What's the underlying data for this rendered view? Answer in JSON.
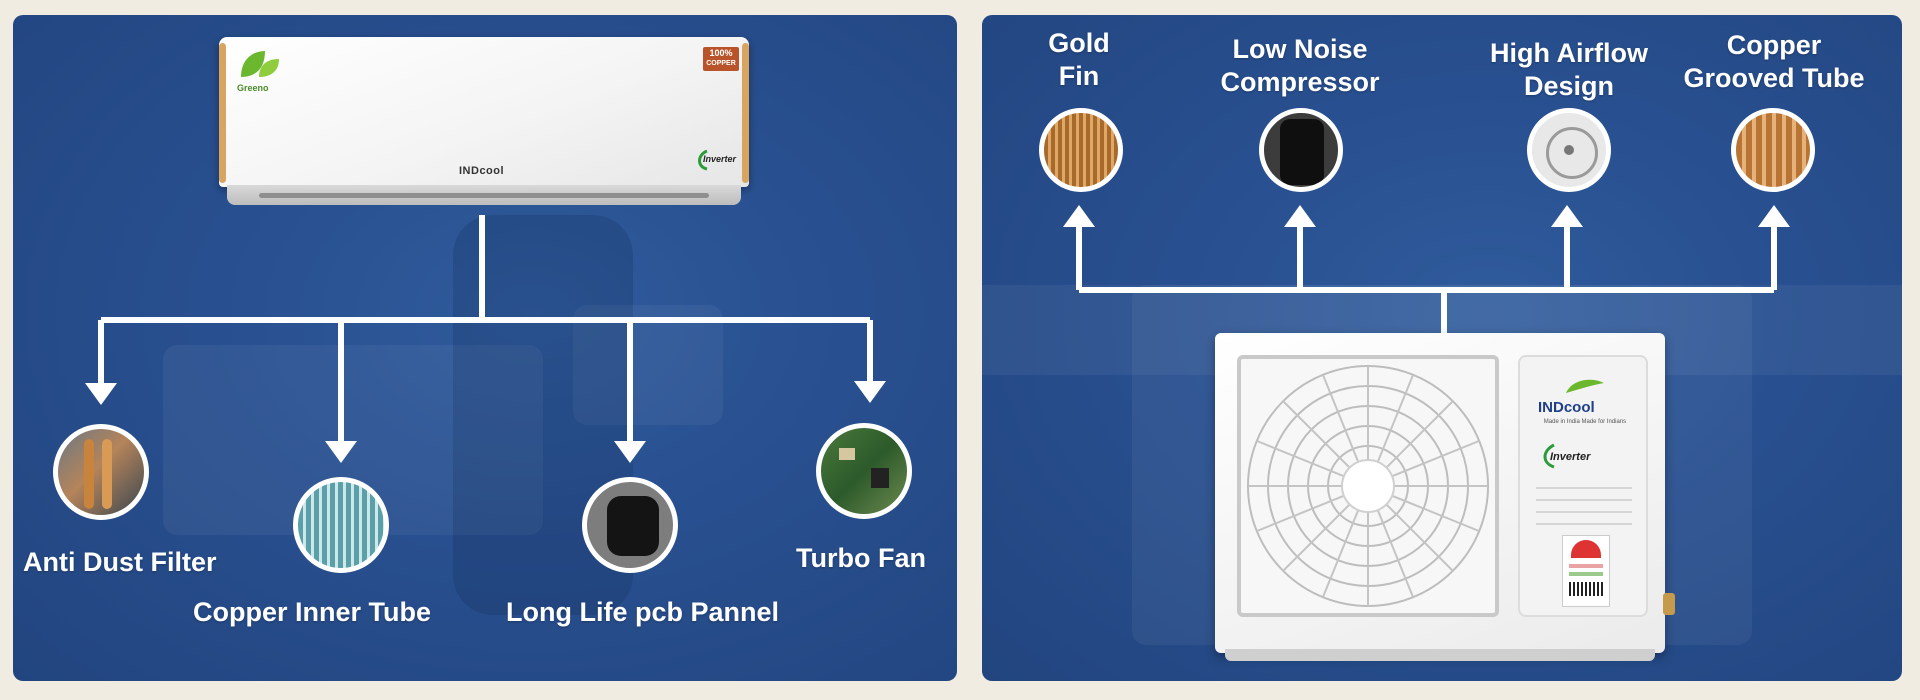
{
  "indoor_unit": {
    "eco_badge": "Greeno",
    "copper_badge_line1": "100%",
    "copper_badge_line2": "COPPER",
    "brand": "INDcool",
    "inverter_badge": "Inverter"
  },
  "indoor_features": [
    {
      "label": "Anti Dust Filter",
      "icon": "copper-pipe-coil-icon"
    },
    {
      "label": "Copper  Inner Tube",
      "icon": "copper-fin-tube-icon"
    },
    {
      "label": "Long Life pcb Pannel",
      "icon": "motor-icon"
    },
    {
      "label": "Turbo Fan",
      "icon": "pcb-board-icon"
    }
  ],
  "outdoor_features": [
    {
      "line1": "Gold",
      "line2": "Fin",
      "icon": "gold-fin-icon"
    },
    {
      "line1": "Low Noise",
      "line2": "Compressor",
      "icon": "compressor-icon"
    },
    {
      "line1": "High Airflow",
      "line2": "Design",
      "icon": "fan-icon"
    },
    {
      "line1": "Copper",
      "line2": "Grooved Tube",
      "icon": "grooved-tube-icon"
    }
  ],
  "outdoor_unit": {
    "brand": "INDcool",
    "tagline": "Made in India Made for Indians",
    "inverter_badge": "Inverter"
  },
  "colors": {
    "panel_blue": "#284f8f",
    "page_background": "#f1ece2",
    "arrow": "#ffffff",
    "copper": "#c8843c",
    "gold_trim": "#d8a560",
    "eco_green": "#6bb82f",
    "brand_navy": "#1f3f8a"
  }
}
